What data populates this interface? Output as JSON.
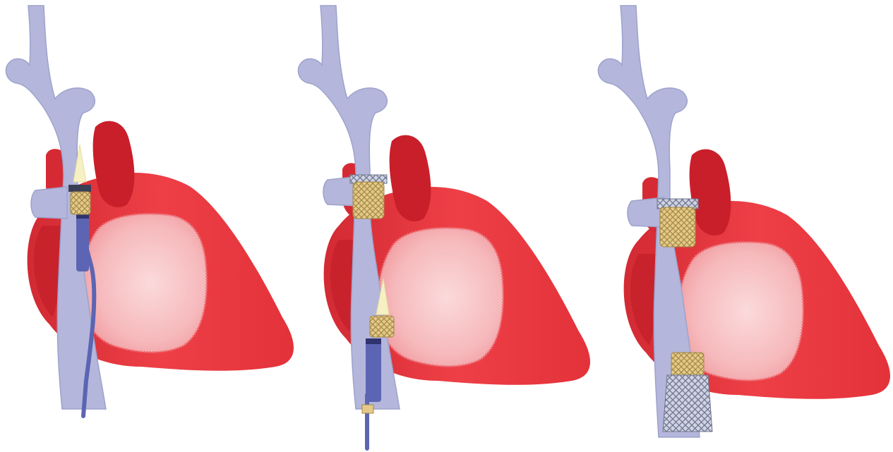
{
  "figure": {
    "panel_count": 3,
    "colors": {
      "heart": "#ea3a40",
      "heart_dark": "#d22a33",
      "atrium": "#c91f2a",
      "chamber": "#f7c0c2",
      "chamber_edge": "#ee6f75",
      "vein": "#b4b7db",
      "vein_edge": "#9ea2cc",
      "catheter": "#5c65b3",
      "stent_gold": "#e4c98a",
      "stent_gold_edge": "#a48945",
      "stent_mesh": "#8d93a8",
      "tip": "#f6f0c4"
    },
    "panels": [
      {
        "label": "",
        "device": "catheter-superior-valve-delivery",
        "components": [
          "superior-vena-cava",
          "inferior-vena-cava",
          "catheter",
          "nose-cone",
          "valve-stent"
        ]
      },
      {
        "label": "",
        "device": "catheter-inferior-valve-delivery",
        "components": [
          "superior-vena-cava",
          "inferior-vena-cava",
          "catheter",
          "nose-cone",
          "valve-stent-deployed-superior",
          "valve-stent-inferior"
        ]
      },
      {
        "label": "",
        "device": "both-valves-deployed",
        "components": [
          "superior-vena-cava",
          "inferior-vena-cava",
          "valve-stent-superior",
          "valve-stent-inferior-with-mesh"
        ]
      }
    ]
  }
}
